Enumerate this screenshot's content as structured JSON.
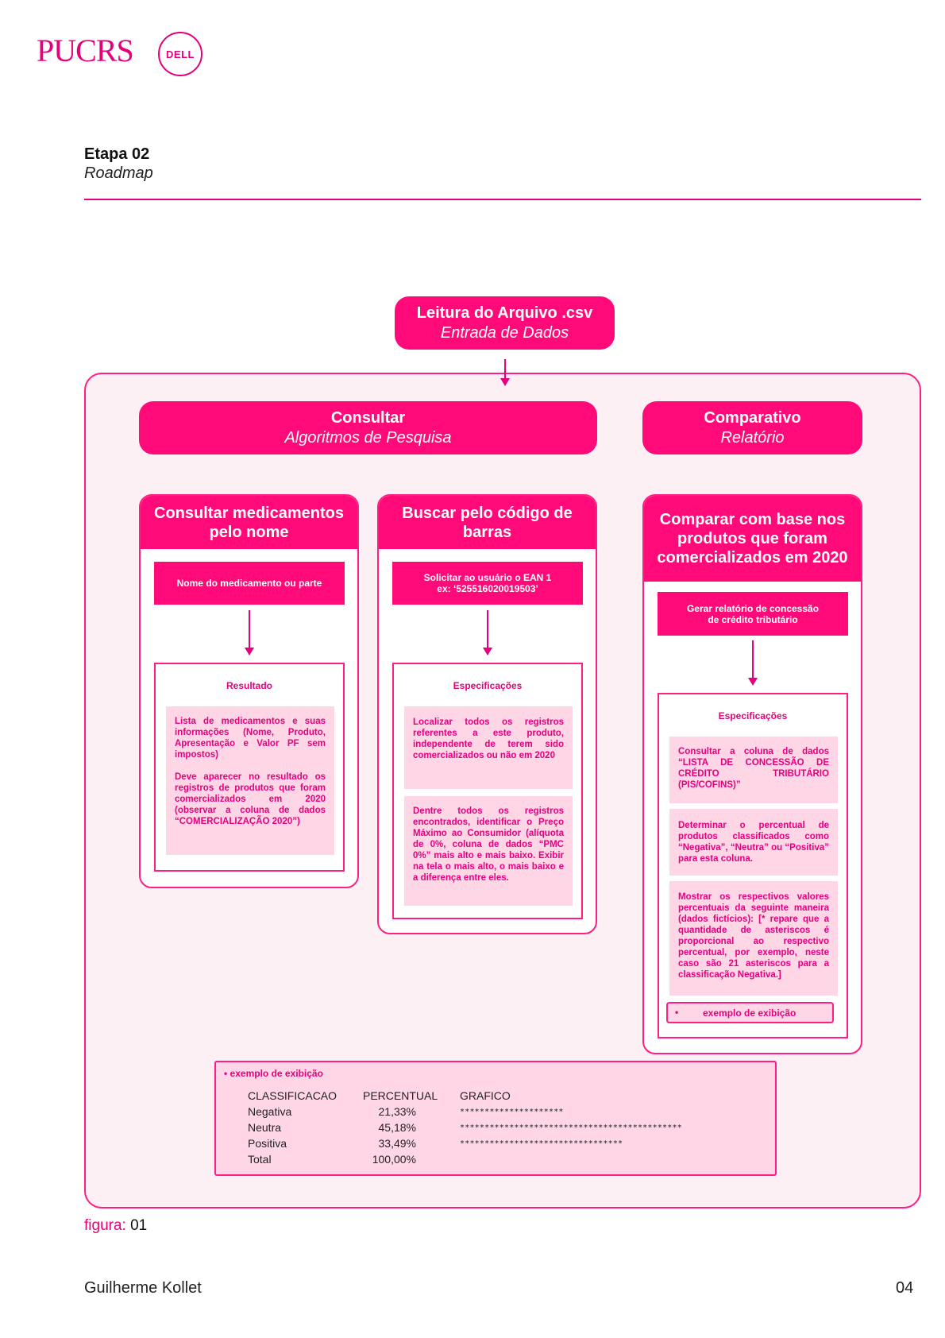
{
  "header": {
    "logo_primary": "PUCRS",
    "logo_secondary": "DELL",
    "stage": "Etapa 02",
    "subtitle": "Roadmap"
  },
  "diagram": {
    "top_node": {
      "title": "Leitura do Arquivo .csv",
      "subtitle": "Entrada de Dados"
    },
    "group_consultar": {
      "title": "Consultar",
      "subtitle": "Algoritmos de Pesquisa"
    },
    "group_comparativo": {
      "title": "Comparativo",
      "subtitle": "Relatório"
    },
    "card_nome": {
      "title": "Consultar medicamentos pelo nome",
      "input": "Nome do medicamento ou parte",
      "box_title": "Resultado",
      "notes": [
        "Lista de medicamentos e suas informações (Nome, Produto, Apresentação e Valor PF sem impostos)",
        "Deve aparecer no resultado os registros de produtos que foram comercializados em 2020 (observar a coluna de dados “COMERCIALIZAÇÃO 2020”)"
      ]
    },
    "card_barras": {
      "title": "Buscar pelo código de barras",
      "input": "Solicitar ao usuário o EAN 1 ex: ‘525516020019503’",
      "box_title": "Especificações",
      "notes": [
        "Localizar todos os registros referentes a este produto, independente de terem sido comercializados ou não em 2020",
        "Dentre todos os registros encontrados, identificar o Preço Máximo ao Consumidor (alíquota de 0%, coluna de dados “PMC 0%” mais alto e mais baixo. Exibir na tela o mais alto, o mais baixo e a diferença entre eles."
      ]
    },
    "card_comparar": {
      "title": "Comparar com base nos produtos que foram comercializados em 2020",
      "input": "Gerar relatório de concessão de crédito tributário",
      "box_title": "Especificações",
      "notes": [
        "Consultar a coluna de dados “LISTA DE CONCESSÃO DE CRÉDITO TRIBUTÁRIO (PIS/COFINS)”",
        "Determinar o percentual de produtos classificados como “Negativa”, “Neutra” ou “Positiva” para esta coluna.",
        "Mostrar os respectivos valores percentuais da seguinte maneira (dados fictícios): [* repare que a quantidade de asteriscos é proporcional ao respectivo percentual, por exemplo, neste caso são 21 asteriscos para a classificação Negativa.]"
      ],
      "example_button": "exemplo de exibição",
      "example_marker": "•"
    }
  },
  "example_table": {
    "label": "exemplo de exibição",
    "marker": "•",
    "headers": [
      "CLASSIFICACAO",
      "PERCENTUAL",
      "GRAFICO"
    ],
    "rows": [
      {
        "classificacao": "Negativa",
        "percentual": "21,33%",
        "grafico": "*********************"
      },
      {
        "classificacao": "Neutra",
        "percentual": "45,18%",
        "grafico": "*********************************************"
      },
      {
        "classificacao": "Positiva",
        "percentual": "33,49%",
        "grafico": "*********************************"
      },
      {
        "classificacao": "Total",
        "percentual": "100,00%",
        "grafico": ""
      }
    ]
  },
  "caption": {
    "label": "figura:",
    "number": "01"
  },
  "footer": {
    "author": "Guilherme Kollet",
    "page": "04"
  }
}
